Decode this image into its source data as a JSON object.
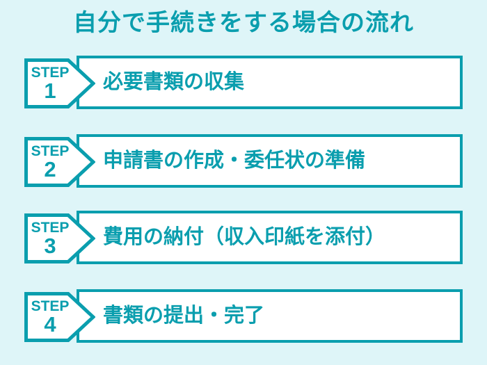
{
  "colors": {
    "background": "#def5f8",
    "accent": "#0a9eae",
    "panel": "#ffffff"
  },
  "title": "自分で手続きをする場合の流れ",
  "steps": [
    {
      "label": "STEP",
      "number": "1",
      "text": "必要書類の収集"
    },
    {
      "label": "STEP",
      "number": "2",
      "text": "申請書の作成・委任状の準備"
    },
    {
      "label": "STEP",
      "number": "3",
      "text": "費用の納付（収入印紙を添付）"
    },
    {
      "label": "STEP",
      "number": "4",
      "text": "書類の提出・完了"
    }
  ]
}
